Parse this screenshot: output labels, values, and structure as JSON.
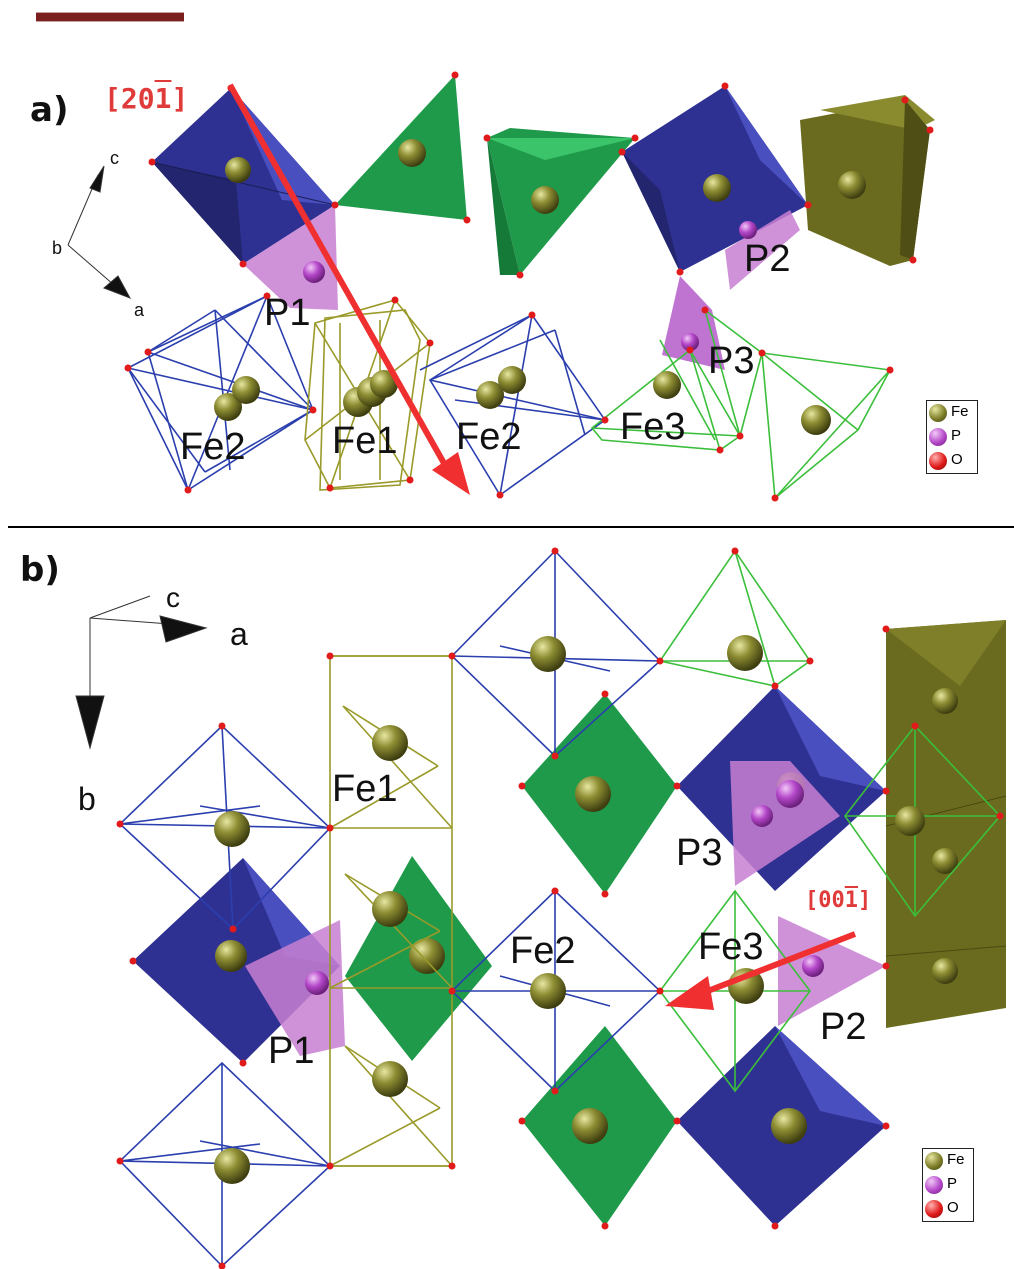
{
  "header": {
    "accent_bar_color": "#7a1e1e"
  },
  "panel_a": {
    "label": "a)",
    "direction": {
      "prefix": "[20",
      "bar": "1",
      "suffix": "]"
    },
    "axes": {
      "c": "c",
      "b": "b",
      "a": "a"
    },
    "sites": {
      "p1": "P1",
      "p2": "P2",
      "p3": "P3",
      "fe1": "Fe1",
      "fe2_left": "Fe2",
      "fe2_mid": "Fe2",
      "fe3": "Fe3"
    },
    "legend": [
      {
        "text": "Fe",
        "color": "#7f7f2a"
      },
      {
        "text": "P",
        "color": "#b447c9"
      },
      {
        "text": "O",
        "color": "#e11b1b"
      }
    ]
  },
  "panel_b": {
    "label": "b)",
    "direction": {
      "prefix": "[00",
      "bar": "1",
      "suffix": "]"
    },
    "axes": {
      "c": "c",
      "a": "a",
      "b": "b"
    },
    "sites": {
      "fe1": "Fe1",
      "fe2": "Fe2",
      "fe3": "Fe3",
      "p1": "P1",
      "p2": "P2",
      "p3": "P3"
    },
    "legend": [
      {
        "text": "Fe",
        "color": "#7f7f2a"
      },
      {
        "text": "P",
        "color": "#b447c9"
      },
      {
        "text": "O",
        "color": "#e11b1b"
      }
    ]
  },
  "colors": {
    "octahedron_blue": "#2e3192",
    "tetra_green": "#1f9a4a",
    "prism_olive": "#6b6b1f",
    "phosphate_pink": "#c77fd1",
    "wire_blue": "#2b3fae",
    "wire_green": "#3bbf3b",
    "wire_olive": "#9a9a2a",
    "arrow_red": "#f03030"
  }
}
